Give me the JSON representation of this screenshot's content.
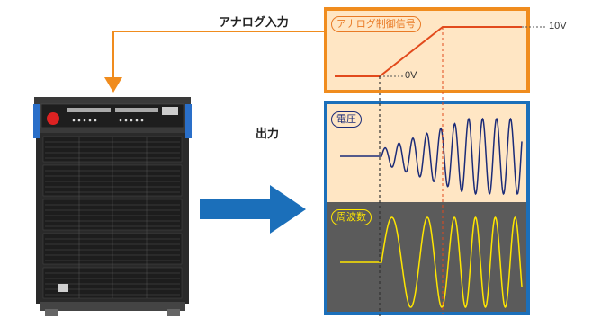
{
  "labels": {
    "analog_input": "アナログ入力",
    "output": "出力",
    "analog_control_signal": "アナログ制御信号",
    "voltage": "電圧",
    "frequency": "周波数",
    "ten_volt": "10V",
    "zero_volt": "0V"
  },
  "colors": {
    "orange": "#f08c1e",
    "blue": "#1b6fba",
    "signal_bg": "#ffe6c4",
    "voltage_wave": "#1b2b78",
    "frequency_bg": "#5b5b5b",
    "frequency_wave": "#ffe600",
    "control_line": "#e24a1c"
  },
  "icons": {
    "device": "power-supply-cabinet-icon",
    "arrow_feedback": "elbow-arrow-down-icon",
    "arrow_output": "right-arrow-icon"
  }
}
